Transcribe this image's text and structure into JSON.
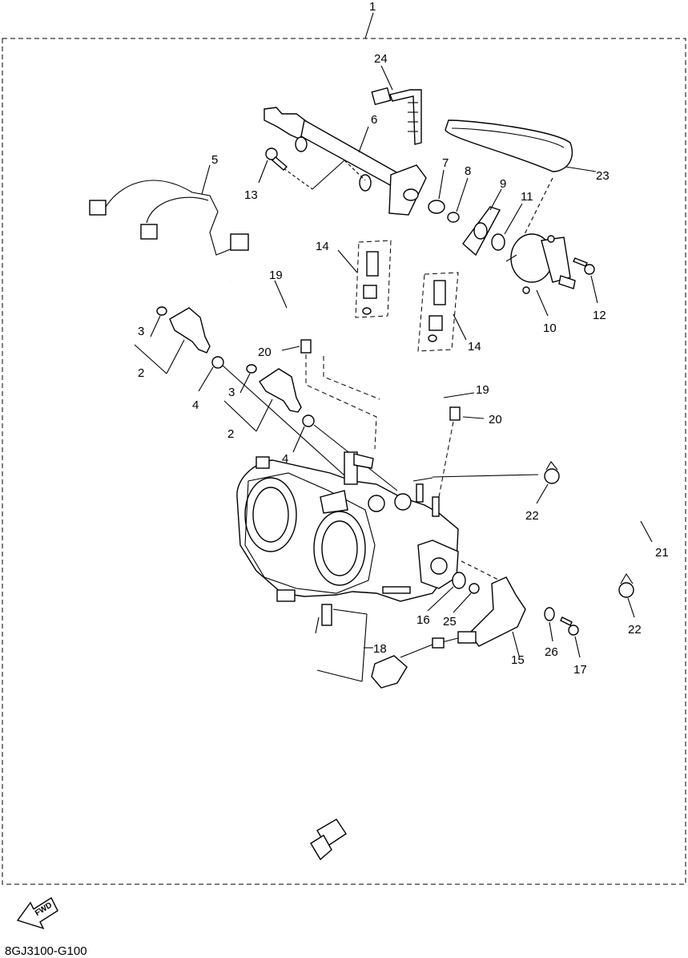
{
  "assembly_callout": "1",
  "part_callouts": {
    "p2a": "2",
    "p2b": "2",
    "p3a": "3",
    "p3b": "3",
    "p4a": "4",
    "p4b": "4",
    "p5": "5",
    "p6": "6",
    "p7": "7",
    "p8": "8",
    "p9": "9",
    "p10": "10",
    "p11": "11",
    "p12": "12",
    "p13": "13",
    "p14a": "14",
    "p14b": "14",
    "p15": "15",
    "p16": "16",
    "p17": "17",
    "p18": "18",
    "p19a": "19",
    "p19b": "19",
    "p20a": "20",
    "p20b": "20",
    "p21": "21",
    "p22a": "22",
    "p22b": "22",
    "p23": "23",
    "p24": "24",
    "p25": "25",
    "p26": "26"
  },
  "fwd_badge": "FWD",
  "diagram_code": "8GJ3100-G100"
}
